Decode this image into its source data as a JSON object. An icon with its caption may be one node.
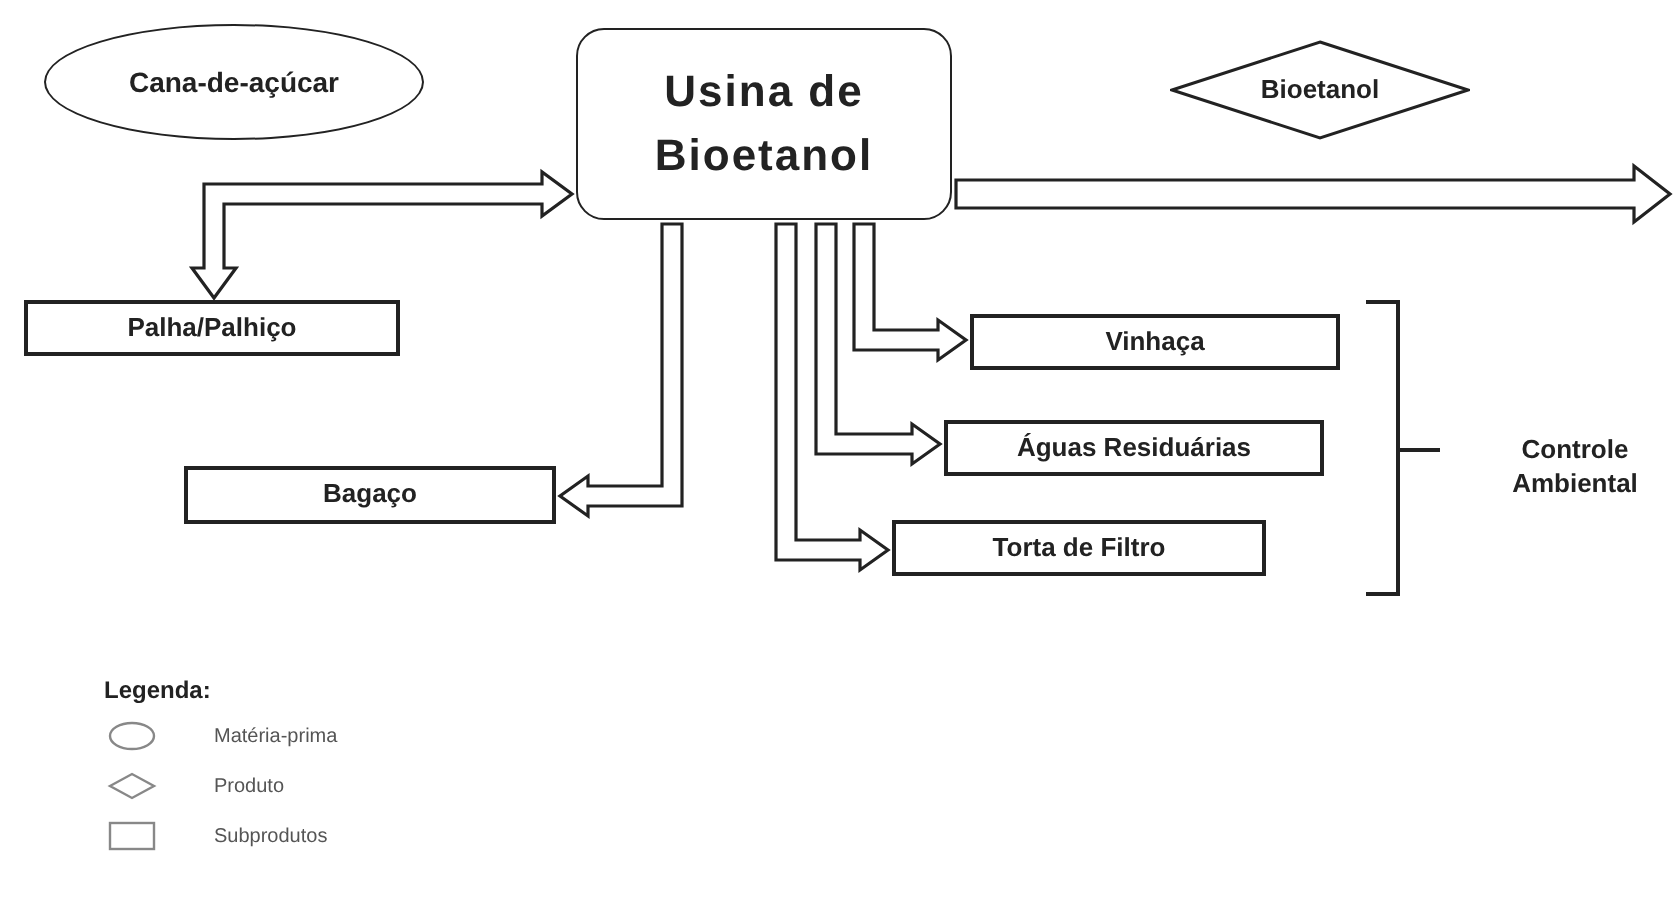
{
  "diagram": {
    "nodes": [
      {
        "text": [
          "Cana-de-açúcar"
        ]
      },
      {
        "text": [
          "Usina de Bioetanol"
        ]
      },
      {
        "text": [
          "Bioetanol"
        ]
      },
      {
        "text": [
          "Palha/Palhiço"
        ]
      },
      {
        "text": [
          "Vinhaça"
        ]
      },
      {
        "text": [
          "Águas Residuárias"
        ]
      },
      {
        "text": [
          "Bagaço"
        ]
      },
      {
        "text": [
          "Torta de Filtro"
        ]
      }
    ],
    "edges": [
      {
        "from": 3,
        "to": 1,
        "arrow": "both"
      },
      {
        "from": 1,
        "to": null,
        "arrow": "to"
      },
      {
        "from": 1,
        "to": 6,
        "arrow": "to"
      },
      {
        "from": 1,
        "to": 7,
        "arrow": "to"
      },
      {
        "from": 1,
        "to": 5,
        "arrow": "to"
      },
      {
        "from": 1,
        "to": 4,
        "arrow": "to"
      }
    ],
    "labels": [
      "Controle Ambiental",
      "Legenda:"
    ],
    "legend": [
      {
        "text": "Matéria-prima"
      },
      {
        "text": "Produto"
      },
      {
        "text": "Subprodutos"
      }
    ]
  }
}
